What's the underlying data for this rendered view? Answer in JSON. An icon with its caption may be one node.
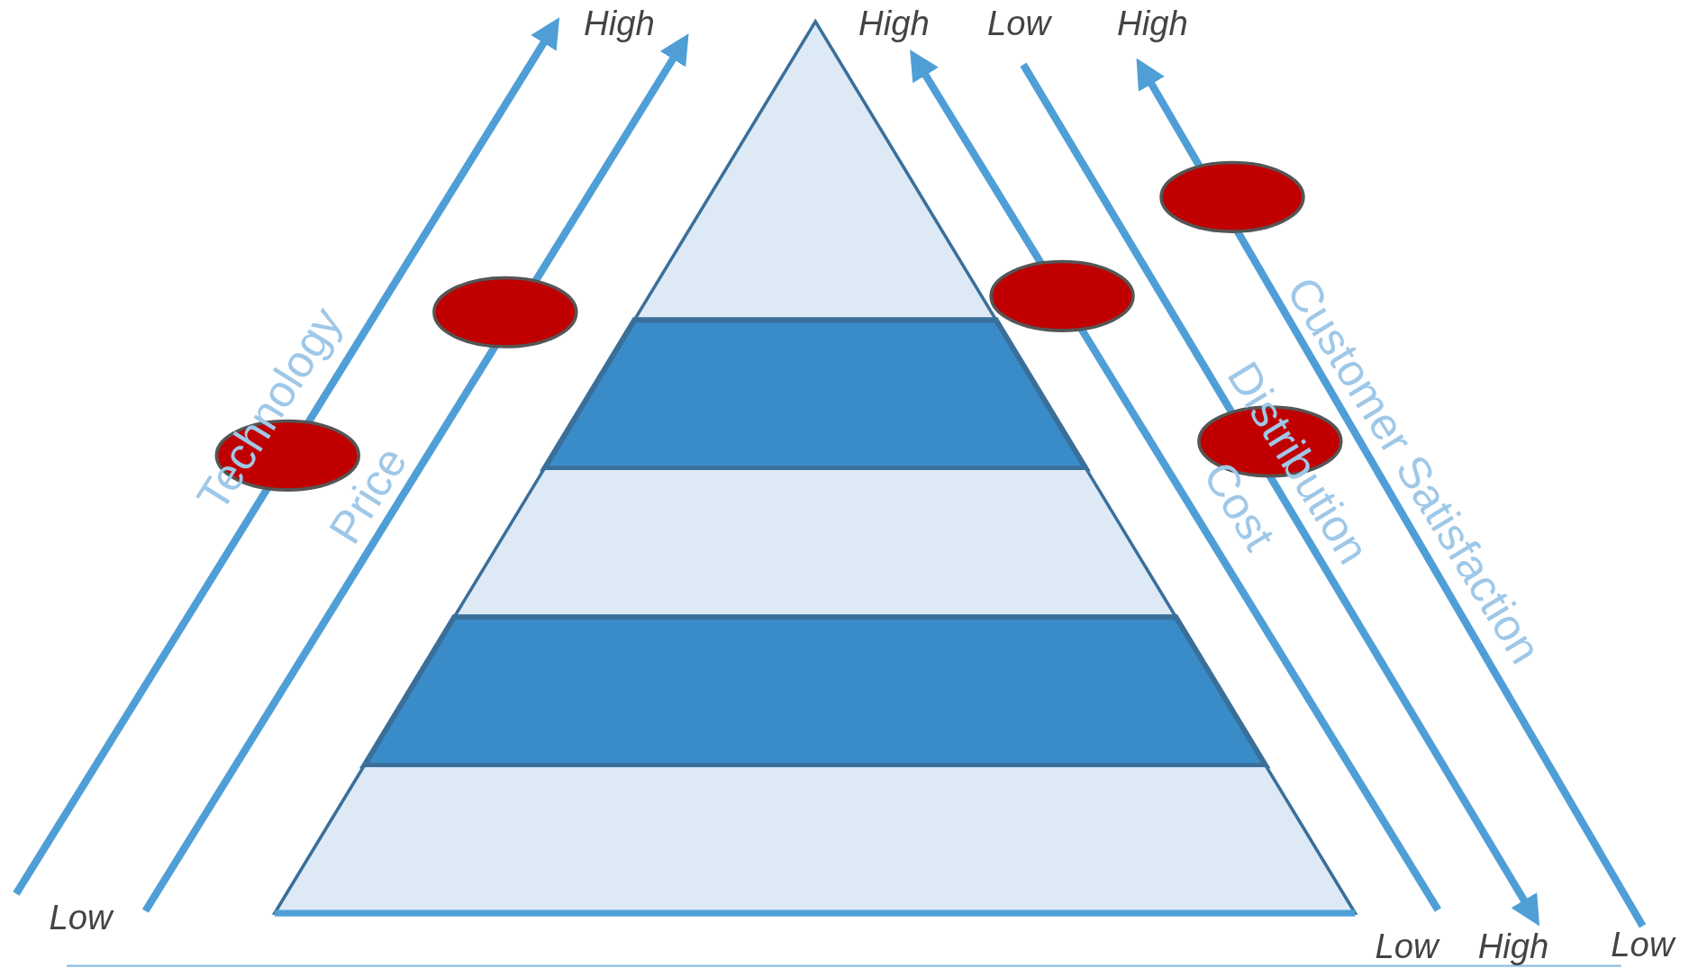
{
  "diagram": {
    "nodes": [
      {
        "text": [],
        "shape": "ellipse"
      },
      {
        "text": [],
        "shape": "ellipse"
      },
      {
        "text": [],
        "shape": "ellipse"
      },
      {
        "text": [],
        "shape": "ellipse"
      },
      {
        "text": [],
        "shape": "ellipse"
      }
    ],
    "labels": [
      "High",
      "High",
      "Low",
      "High",
      "Technology",
      "Price",
      "Customer Satisfaction",
      "Distribution",
      "Cost",
      "Low",
      "Low",
      "High",
      "Low"
    ]
  }
}
